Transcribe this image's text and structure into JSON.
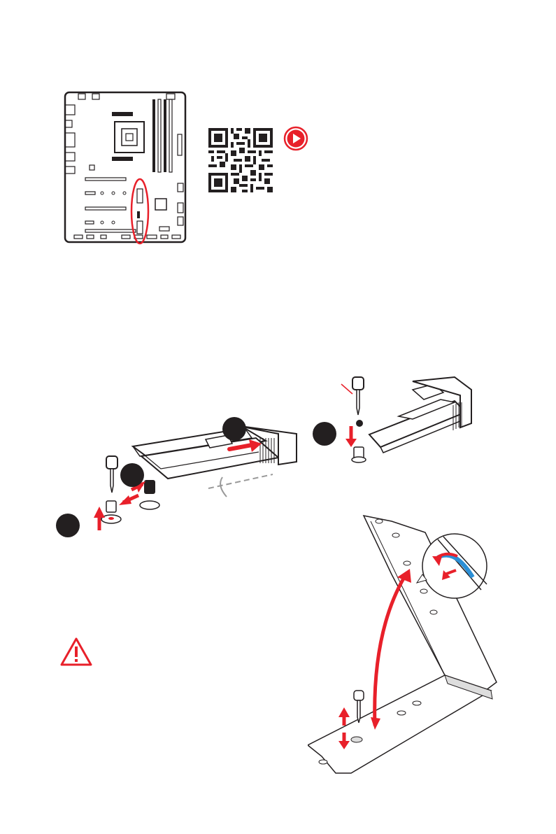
{
  "page": {
    "colors": {
      "accent_red": "#e8202a",
      "ink": "#231f20",
      "white": "#ffffff",
      "arrow_blue": "#2b8fd6"
    }
  },
  "board_figure": {
    "icon": "motherboard-diagram-icon",
    "highlight": "m2-slots-highlight"
  },
  "qr_code": {
    "icon": "qr-code-icon"
  },
  "video_link": {
    "icon": "play-video-icon"
  },
  "install_figure_1": {
    "icon": "m2-card-insertion-illustration",
    "step_badges": [
      {
        "label": "",
        "icon": "step-badge-icon"
      },
      {
        "label": "",
        "icon": "step-badge-icon"
      },
      {
        "label": "",
        "icon": "step-badge-icon"
      }
    ]
  },
  "install_figure_2": {
    "icon": "m2-card-secure-screw-illustration",
    "step_badges": [
      {
        "label": "",
        "icon": "step-badge-icon"
      }
    ]
  },
  "install_figure_3": {
    "icon": "m2-bracket-illustration",
    "callout_icon": "latch-detail-callout-icon"
  },
  "warning": {
    "icon": "warning-triangle-icon"
  }
}
